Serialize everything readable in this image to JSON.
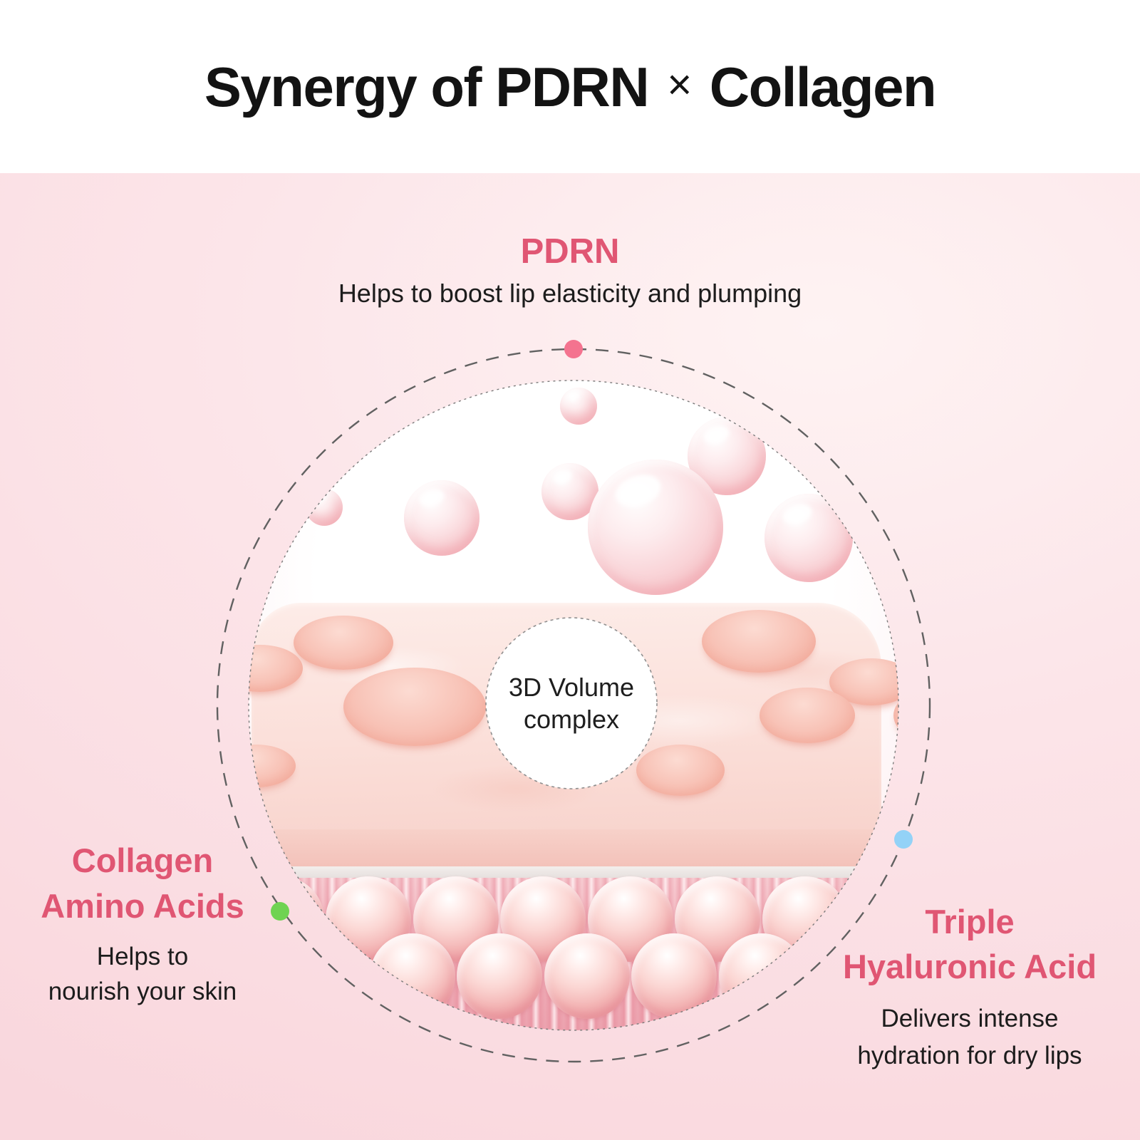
{
  "title": {
    "part1": "Synergy of PDRN",
    "operator": "×",
    "part2": "Collagen"
  },
  "pdrn_callout": {
    "heading": "PDRN",
    "description": "Helps to boost lip elasticity and plumping"
  },
  "center_badge": {
    "line1": "3D Volume",
    "line2": "complex"
  },
  "collagen_callout": {
    "heading_line1": "Collagen",
    "heading_line2": "Amino Acids",
    "description_line1": "Helps to",
    "description_line2": "nourish your skin"
  },
  "hyaluronic_callout": {
    "heading_line1": "Triple",
    "heading_line2": "Hyaluronic Acid",
    "description_line1": "Delivers intense",
    "description_line2": "hydration for dry lips"
  },
  "colors": {
    "accent_pink_text": "#e05673",
    "title_black": "#131313",
    "body_black": "#1c1c1c",
    "background_pink": "#f9d7dd",
    "header_white": "#ffffff",
    "dot_pink": "#f4738f",
    "dot_green": "#6fd352",
    "dot_blue": "#93d2f7",
    "ring_gray": "#616161"
  }
}
